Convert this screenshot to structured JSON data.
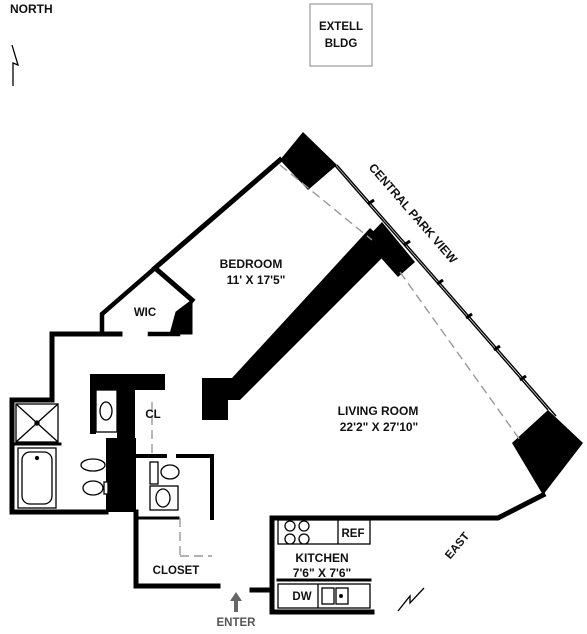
{
  "compass": {
    "label": "NORTH"
  },
  "neighbor_building": {
    "line1": "EXTELL",
    "line2": "BLDG"
  },
  "view_label": "CENTRAL PARK VIEW",
  "rooms": {
    "bedroom": {
      "name": "BEDROOM",
      "size": "11' X 17'5\""
    },
    "living_room": {
      "name": "LIVING ROOM",
      "size": "22'2\" X 27'10\""
    },
    "kitchen": {
      "name": "KITCHEN",
      "size": "7'6\" X 7'6\""
    }
  },
  "labels": {
    "wic": "WIC",
    "cl": "CL",
    "closet": "CLOSET",
    "ref": "REF",
    "dw": "DW",
    "east": "EAST",
    "enter": "ENTER"
  },
  "colors": {
    "wall": "#000000",
    "window_dash": "#999999",
    "enter_arrow": "#666666"
  }
}
